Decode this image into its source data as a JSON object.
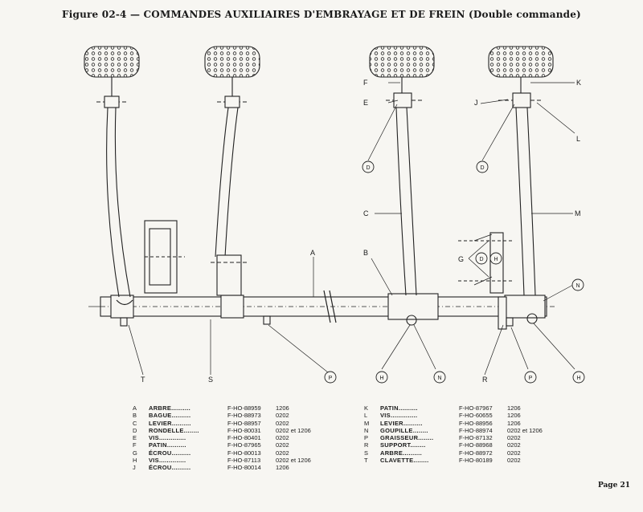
{
  "title": "Figure 02-4 — COMMANDES AUXILIAIRES D'EMBRAYAGE ET DE FREIN (Double commande)",
  "callouts": {
    "A": "A",
    "B": "B",
    "C": "C",
    "D": "D",
    "E": "E",
    "F": "F",
    "G": "G",
    "H": "H",
    "J": "J",
    "K": "K",
    "L": "L",
    "M": "M",
    "N": "N",
    "P": "P",
    "R": "R",
    "S": "S",
    "T": "T"
  },
  "legend_left": [
    {
      "key": "A",
      "name": "ARBRE..........",
      "ref": "F-HO-88959",
      "code": "1206"
    },
    {
      "key": "B",
      "name": "BAGUE..........",
      "ref": "F-HO-88973",
      "code": "0202"
    },
    {
      "key": "C",
      "name": "LEVIER..........",
      "ref": "F-HO-88957",
      "code": "0202"
    },
    {
      "key": "D",
      "name": "RONDELLE........",
      "ref": "F-HO-80031",
      "code": "0202 et 1206"
    },
    {
      "key": "E",
      "name": "VIS..............",
      "ref": "F-HO-80401",
      "code": "0202"
    },
    {
      "key": "F",
      "name": "PATIN..........",
      "ref": "F-HO-87965",
      "code": "0202"
    },
    {
      "key": "G",
      "name": "ÉCROU..........",
      "ref": "F-HO-80013",
      "code": "0202"
    },
    {
      "key": "H",
      "name": "VIS..............",
      "ref": "F-HO-87113",
      "code": "0202 et 1206"
    },
    {
      "key": "J",
      "name": "ÉCROU..........",
      "ref": "F-HO-80014",
      "code": "1206"
    }
  ],
  "legend_right": [
    {
      "key": "K",
      "name": "PATIN..........",
      "ref": "F-HO-87967",
      "code": "1206"
    },
    {
      "key": "L",
      "name": "VIS..............",
      "ref": "F-HO-60655",
      "code": "1206"
    },
    {
      "key": "M",
      "name": "LEVIER..........",
      "ref": "F-HO-88956",
      "code": "1206"
    },
    {
      "key": "N",
      "name": "GOUPILLE........",
      "ref": "F-HO-88974",
      "code": "0202 et 1206"
    },
    {
      "key": "P",
      "name": "GRAISSEUR........",
      "ref": "F-HO-87132",
      "code": "0202"
    },
    {
      "key": "R",
      "name": "SUPPORT........",
      "ref": "F-HO-88968",
      "code": "0202"
    },
    {
      "key": "S",
      "name": "ARBRE..........",
      "ref": "F-HO-88972",
      "code": "0202"
    },
    {
      "key": "T",
      "name": "CLAVETTE........",
      "ref": "F-HO-80189",
      "code": "0202"
    }
  ],
  "page": "Page 21"
}
